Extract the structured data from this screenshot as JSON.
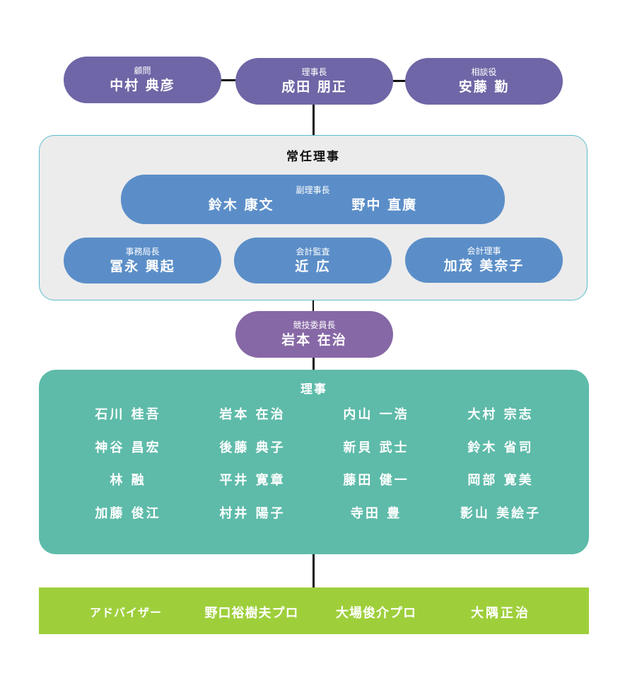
{
  "top": [
    {
      "role": "顧問",
      "name": "中村 典彦"
    },
    {
      "role": "理事長",
      "name": "成田 朋正"
    },
    {
      "role": "相談役",
      "name": "安藤 勤"
    }
  ],
  "standing": {
    "title": "常任理事",
    "vice": {
      "role": "副理事長",
      "names": [
        "鈴木 康文",
        "野中 直廣"
      ]
    },
    "row": [
      {
        "role": "事務局長",
        "name": "冨永 興起"
      },
      {
        "role": "会計監査",
        "name": "近 広"
      },
      {
        "role": "会計理事",
        "name": "加茂 美奈子"
      }
    ]
  },
  "competition": {
    "role": "競技委員長",
    "name": "岩本 在治"
  },
  "directors": {
    "title": "理事",
    "members": [
      "石川 桂吾",
      "岩本 在治",
      "内山 一浩",
      "大村 宗志",
      "神谷 昌宏",
      "後藤 典子",
      "新貝 武士",
      "鈴木 省司",
      "林 融",
      "平井 寛章",
      "藤田 健一",
      "岡部 寛美",
      "加藤 俊江",
      "村井 陽子",
      "寺田 豊",
      "影山 美絵子"
    ]
  },
  "advisers": {
    "label": "アドバイザー",
    "names": [
      "野口裕樹夫プロ",
      "大場俊介プロ",
      "大隅正治"
    ]
  },
  "colors": {
    "top": "#6e66a6",
    "standing_box": "#5b8ec8",
    "competition": "#8768a6",
    "directors": "#5ebba9",
    "advisers": "#9ecf3b",
    "panel": "#ececec"
  }
}
